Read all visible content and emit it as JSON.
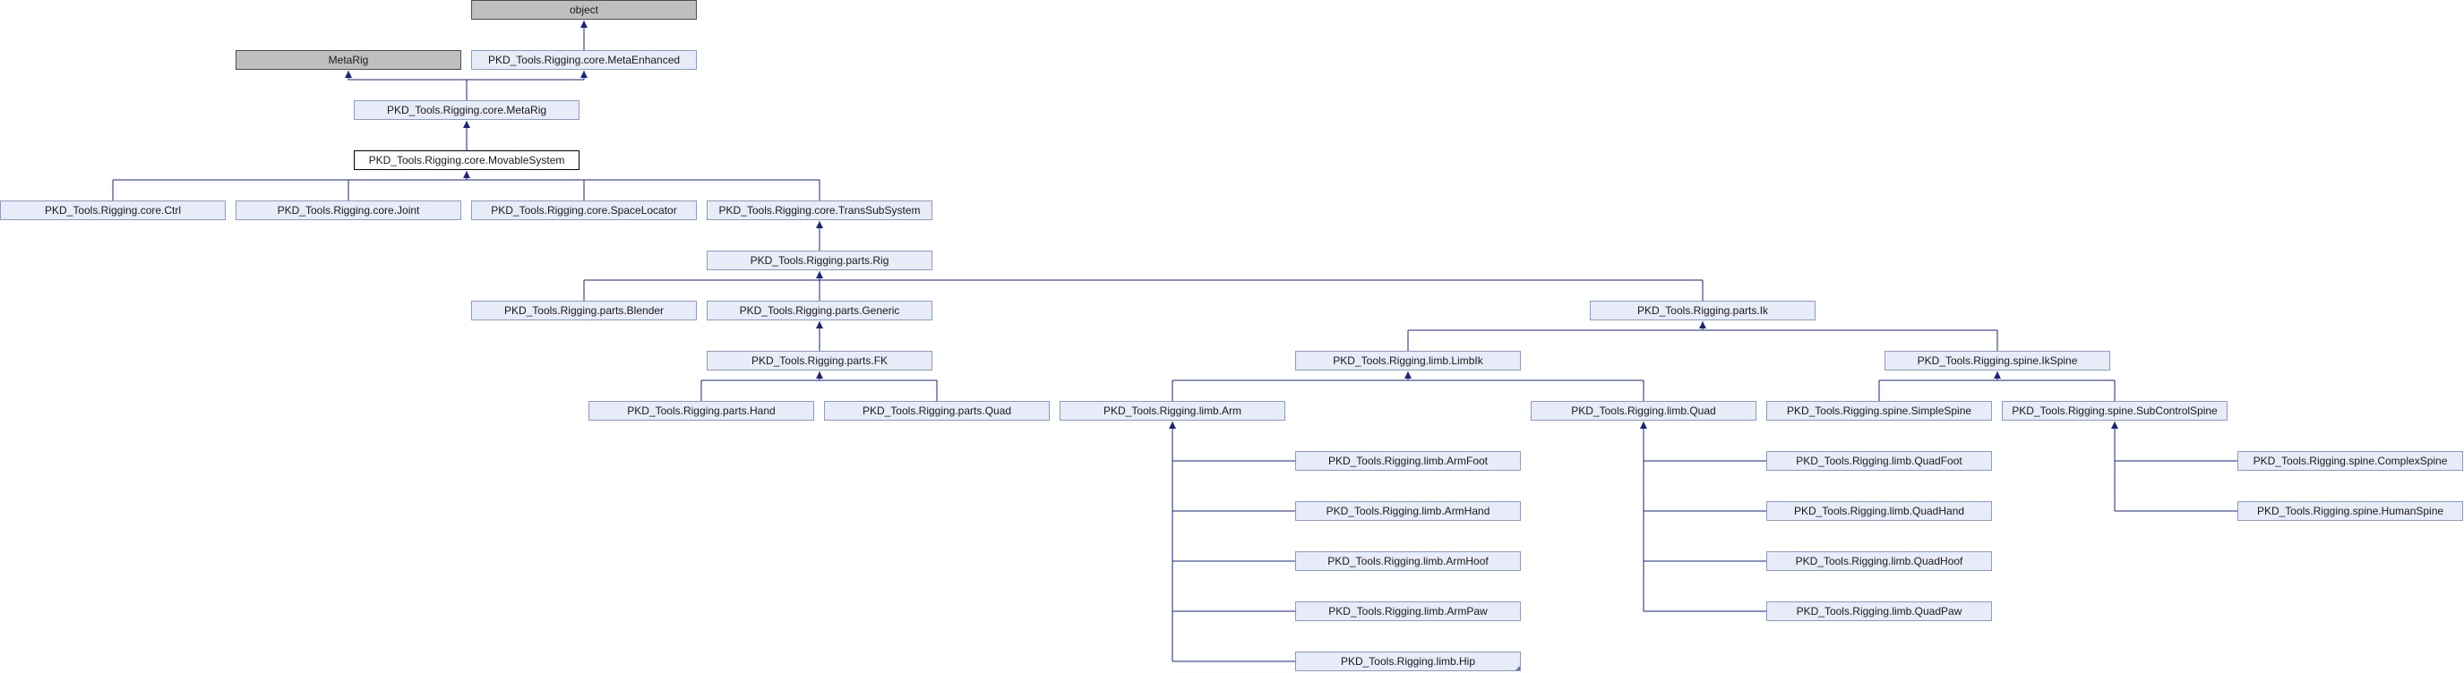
{
  "diagram": {
    "edge_color": "#1a237e",
    "nodes": {
      "object": "object",
      "metarig_base": "MetaRig",
      "meta_enhanced": "PKD_Tools.Rigging.core.MetaEnhanced",
      "core_metarig": "PKD_Tools.Rigging.core.MetaRig",
      "movable_system": "PKD_Tools.Rigging.core.MovableSystem",
      "ctrl": "PKD_Tools.Rigging.core.Ctrl",
      "joint": "PKD_Tools.Rigging.core.Joint",
      "space_locator": "PKD_Tools.Rigging.core.SpaceLocator",
      "trans_sub_system": "PKD_Tools.Rigging.core.TransSubSystem",
      "parts_rig": "PKD_Tools.Rigging.parts.Rig",
      "parts_blender": "PKD_Tools.Rigging.parts.Blender",
      "parts_generic": "PKD_Tools.Rigging.parts.Generic",
      "parts_ik": "PKD_Tools.Rigging.parts.Ik",
      "parts_fk": "PKD_Tools.Rigging.parts.FK",
      "limb_limbik": "PKD_Tools.Rigging.limb.LimbIk",
      "spine_ikspine": "PKD_Tools.Rigging.spine.IkSpine",
      "parts_hand": "PKD_Tools.Rigging.parts.Hand",
      "parts_quad": "PKD_Tools.Rigging.parts.Quad",
      "limb_arm": "PKD_Tools.Rigging.limb.Arm",
      "limb_quad": "PKD_Tools.Rigging.limb.Quad",
      "spine_simplespine": "PKD_Tools.Rigging.spine.SimpleSpine",
      "spine_subcontrolspine": "PKD_Tools.Rigging.spine.SubControlSpine",
      "limb_armfoot": "PKD_Tools.Rigging.limb.ArmFoot",
      "limb_armhand": "PKD_Tools.Rigging.limb.ArmHand",
      "limb_armhoof": "PKD_Tools.Rigging.limb.ArmHoof",
      "limb_armpaw": "PKD_Tools.Rigging.limb.ArmPaw",
      "limb_hip": "PKD_Tools.Rigging.limb.Hip",
      "limb_quadfoot": "PKD_Tools.Rigging.limb.QuadFoot",
      "limb_quadhand": "PKD_Tools.Rigging.limb.QuadHand",
      "limb_quadhoof": "PKD_Tools.Rigging.limb.QuadHoof",
      "limb_quadpaw": "PKD_Tools.Rigging.limb.QuadPaw",
      "spine_complexspine": "PKD_Tools.Rigging.spine.ComplexSpine",
      "spine_humanspine": "PKD_Tools.Rigging.spine.HumanSpine"
    }
  }
}
